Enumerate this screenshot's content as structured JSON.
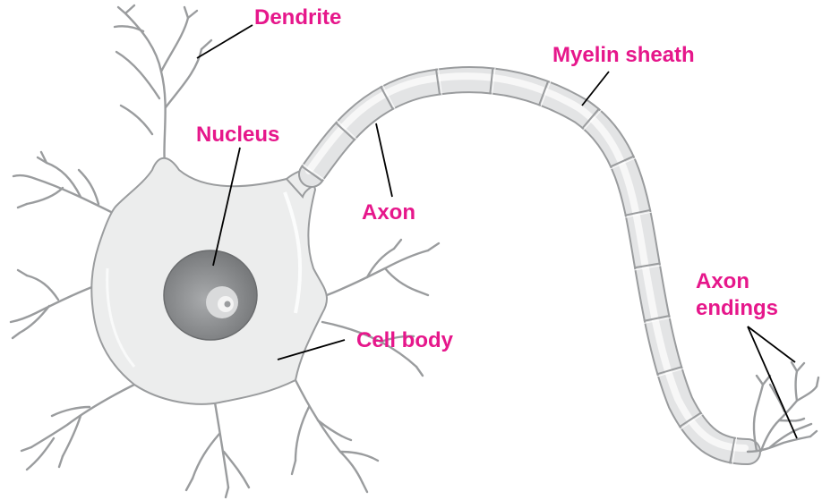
{
  "labels": {
    "dendrite": "Dendrite",
    "nucleus": "Nucleus",
    "myelin_sheath": "Myelin sheath",
    "axon": "Axon",
    "axon_endings_line1": "Axon",
    "axon_endings_line2": "endings",
    "cell_body": "Cell body"
  },
  "colors": {
    "label": "#e6178b",
    "cell_fill": "#eceded",
    "cell_stroke": "#9a9c9e",
    "nucleus_fill": "#8c8e90",
    "leader_line": "#000000"
  }
}
